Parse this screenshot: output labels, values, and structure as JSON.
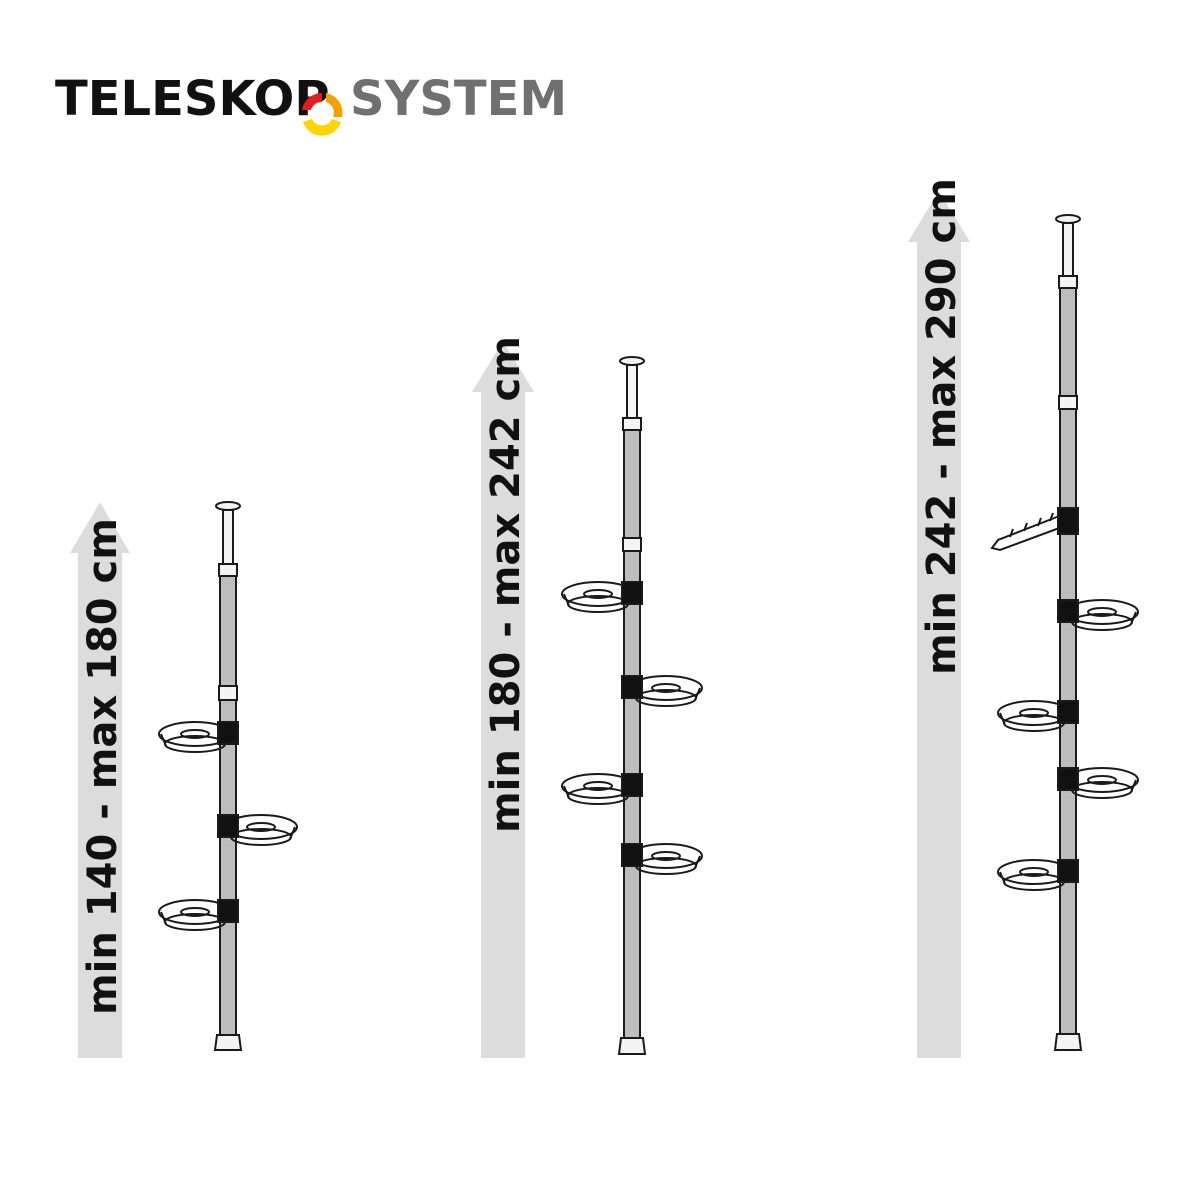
{
  "brand": {
    "word_left": "TELESKOP",
    "word_right": "SYSTEM",
    "color_left": "#111111",
    "color_right": "#707070",
    "logo_icon": "tricolor-ring-icon",
    "logo_colors": [
      "#e01e1e",
      "#f2a200",
      "#ffd400"
    ]
  },
  "colors": {
    "arrow_fill": "#dcdcdc",
    "outline": "#1a1a1a",
    "pole_fill": "#bdbdbd",
    "cap_fill": "#f4f4f4",
    "clamp_fill": "#111111"
  },
  "variants": [
    {
      "range_label": "min 140 - max 180 cm",
      "shelves": 3,
      "accessories": [
        "plant-tray",
        "plant-tray",
        "plant-tray"
      ]
    },
    {
      "range_label": "min 180 - max 242 cm",
      "shelves": 4,
      "accessories": [
        "plant-tray",
        "plant-tray",
        "plant-tray",
        "plant-tray"
      ]
    },
    {
      "range_label": "min 242 - max 290 cm",
      "shelves": 4,
      "accessories": [
        "hanger-hook",
        "plant-tray",
        "plant-tray",
        "plant-tray",
        "plant-tray"
      ]
    }
  ]
}
